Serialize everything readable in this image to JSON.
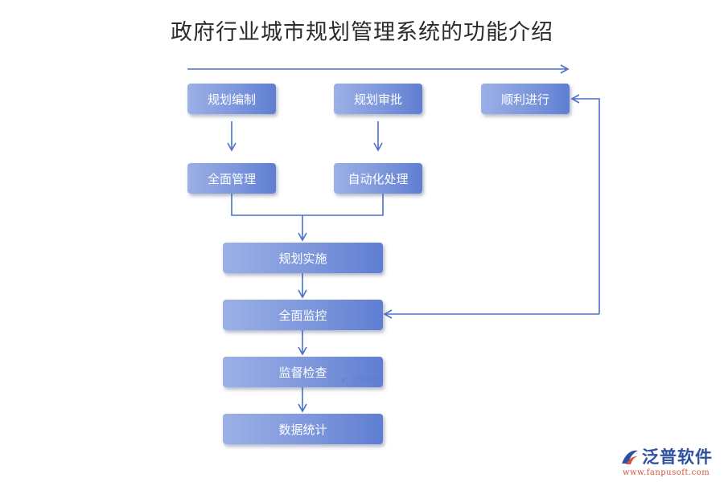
{
  "title": "政府行业城市规划管理系统的功能介绍",
  "nodes": {
    "plan_compile": "规划编制",
    "plan_approve": "规划审批",
    "proceed": "顺利进行",
    "full_manage": "全面管理",
    "auto_process": "自动化处理",
    "plan_implement": "规划实施",
    "full_monitor": "全面监控",
    "supervise_check": "监督检查",
    "data_stats": "数据统计"
  },
  "watermark": {
    "text": "泛普软件"
  },
  "logo": {
    "name": "泛普软件",
    "url": "www.fanpusoft.com"
  },
  "colors": {
    "line": "#4a70c8",
    "box_light": "#9bb0e6",
    "box_dark": "#5f7ed2",
    "logo_accent": "#d2553a"
  }
}
